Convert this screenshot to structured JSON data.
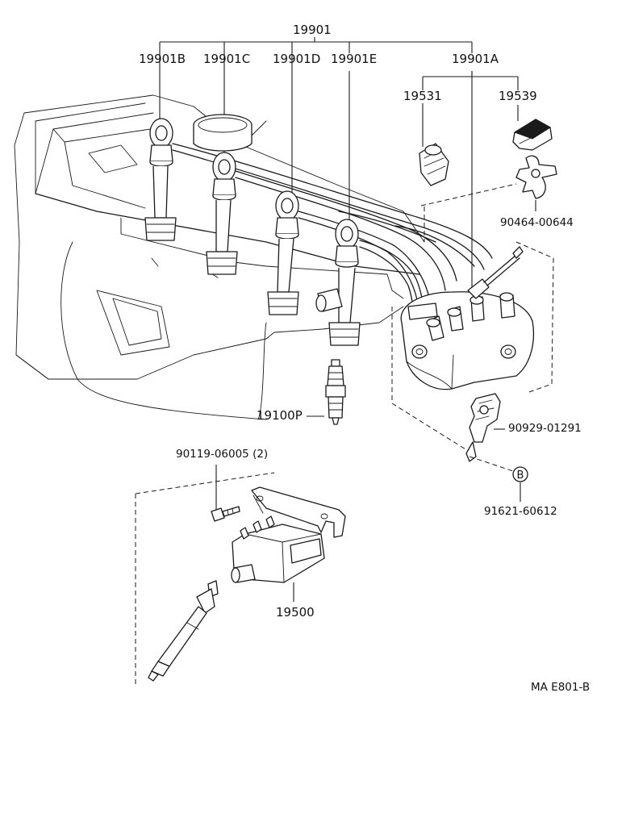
{
  "diagram": {
    "parts": {
      "wire_set": "19901",
      "cord_b": "19901B",
      "cord_c": "19901C",
      "cord_d": "19901D",
      "cord_e": "19901E",
      "cord_a": "19901A",
      "rotor": "19531",
      "cap_cover": "19539",
      "clamp": "90464-00644",
      "spark_plug": "19100P",
      "bracket_clamp": "90929-01291",
      "bolt": "90119-06005",
      "bolt_qty": "(2)",
      "ref_marker": "B",
      "bolt_b": "91621-60612",
      "ignition_coil": "19500"
    },
    "code": "MA E801-B"
  }
}
